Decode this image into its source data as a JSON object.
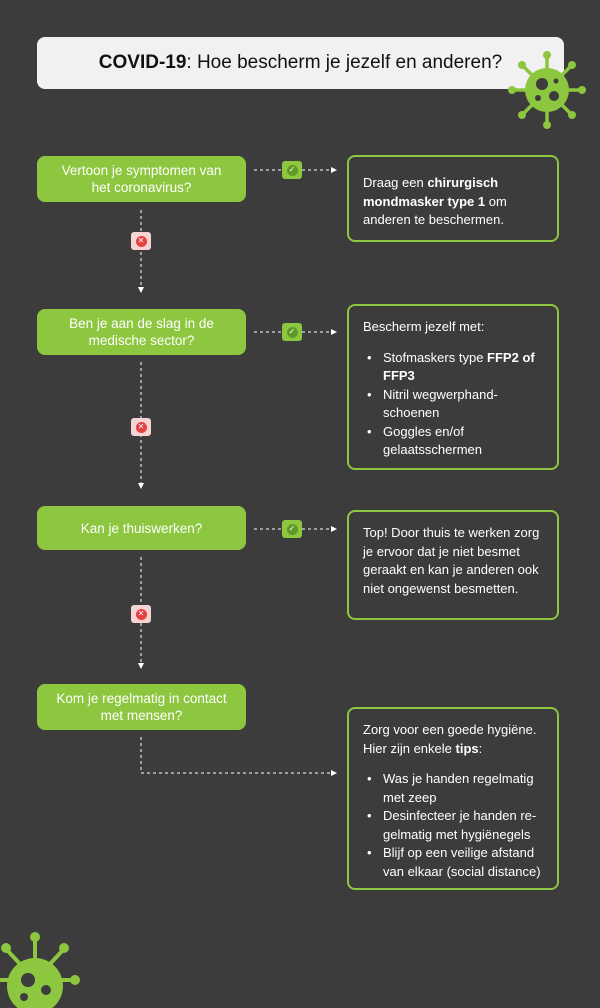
{
  "header": {
    "title_bold": "COVID-19",
    "title_rest": ": Hoe bescherm je jezelf en anderen?"
  },
  "questions": [
    {
      "text": "Vertoon je symptomen van\nhet coronavirus?"
    },
    {
      "text": "Ben je aan de slag in de\nmedische sector?"
    },
    {
      "text": "Kan je thuiswerken?"
    },
    {
      "text": "Kom je regelmatig in contact\nmet mensen?"
    }
  ],
  "answers": {
    "a1": {
      "t1": "Draag een ",
      "b1": "chirurgisch mondmasker type 1",
      "t2": " om anderen te beschermen."
    },
    "a2": {
      "intro": "Bescherm jezelf met:",
      "i1_text": "Stofmaskers type ",
      "i1_bold": "FFP2 of FFP3",
      "i2": "Nitril wegwerphand-schoenen",
      "i3": "Goggles en/of gelaatsschermen"
    },
    "a3": {
      "text": "Top! Door thuis te werken zorg je ervoor dat je niet besmet geraakt en kan je anderen ook niet ongewenst besmetten."
    },
    "a4": {
      "intro_1": "Zorg voor een goede hygiëne. Hier zijn enkele ",
      "intro_bold": "tips",
      "intro_2": ":",
      "i1": "Was je handen regelmatig met zeep",
      "i2": "Desinfecteer je handen re-gelmatig met hygiënegels",
      "i3": "Blijf op een veilige afstand van elkaar (social distance)"
    }
  },
  "badges": {
    "yes_symbol": "✓",
    "no_symbol": "✕"
  },
  "icons": {
    "virus": "virus-icon"
  },
  "colors": {
    "background": "#3d3c3c",
    "accent": "#8dc63f",
    "title_bg": "#f1f1f1",
    "no_badge": "#f7d4d4",
    "no_dot": "#e84040"
  }
}
